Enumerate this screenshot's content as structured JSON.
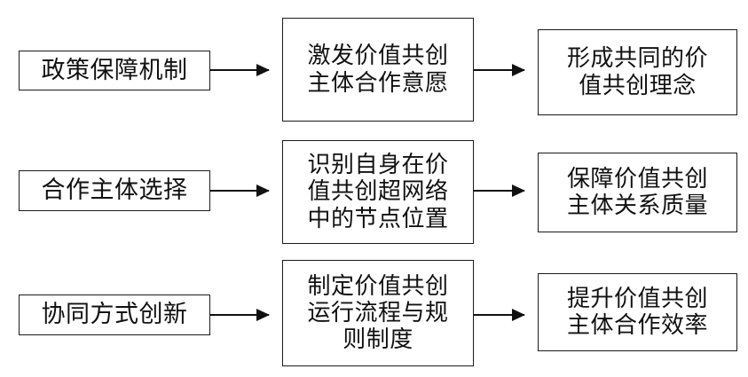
{
  "diagram": {
    "type": "flow-diagram",
    "orientation": "left-to-right",
    "rows": 3,
    "columns": 3,
    "colors": {
      "background": "#ffffff",
      "border": "#1a1a1a",
      "text": "#111111",
      "arrow": "#111111"
    },
    "nodes": {
      "r1c1": {
        "lines": [
          "政策保障机制"
        ]
      },
      "r1c2": {
        "lines": [
          "激发价值共创",
          "主体合作意愿"
        ]
      },
      "r1c3": {
        "lines": [
          "形成共同的价",
          "值共创理念"
        ]
      },
      "r2c1": {
        "lines": [
          "合作主体选择"
        ]
      },
      "r2c2": {
        "lines": [
          "识别自身在价",
          "值共创超网络",
          "中的节点位置"
        ]
      },
      "r2c3": {
        "lines": [
          "保障价值共创",
          "主体关系质量"
        ]
      },
      "r3c1": {
        "lines": [
          "协同方式创新"
        ]
      },
      "r3c2": {
        "lines": [
          "制定价值共创",
          "运行流程与规",
          "则制度"
        ]
      },
      "r3c3": {
        "lines": [
          "提升价值共创",
          "主体合作效率"
        ]
      }
    },
    "edges": [
      {
        "from": "r1c1",
        "to": "r1c2",
        "style": "solid-arrow"
      },
      {
        "from": "r1c2",
        "to": "r1c3",
        "style": "solid-arrow"
      },
      {
        "from": "r2c1",
        "to": "r2c2",
        "style": "solid-arrow"
      },
      {
        "from": "r2c2",
        "to": "r2c3",
        "style": "solid-arrow"
      },
      {
        "from": "r3c1",
        "to": "r3c2",
        "style": "solid-arrow"
      },
      {
        "from": "r3c2",
        "to": "r3c3",
        "style": "solid-arrow"
      }
    ]
  }
}
